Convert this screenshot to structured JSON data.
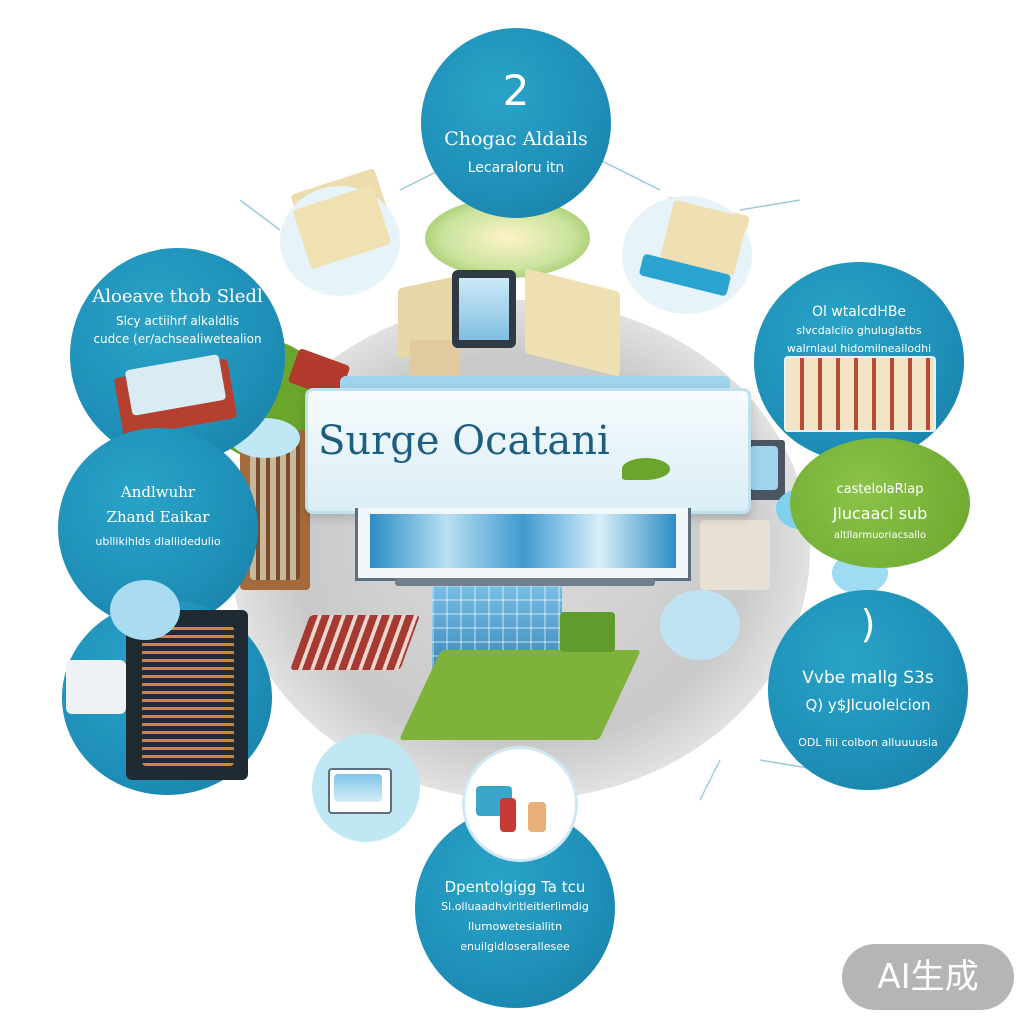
{
  "central": {
    "title": "Surge Ocatani"
  },
  "topics": {
    "top": {
      "number": "2",
      "title": "Chogac Aldails",
      "subtitle": "Lecaraloru itn"
    },
    "left1": {
      "title": "Aloeave thob Sledl",
      "line1": "Slcy actiihrf alkaldlis",
      "line2": "cudce (er/achsealiwetealion"
    },
    "left2": {
      "title": "Andlwuhr",
      "line1": "Zhand Eaikar",
      "line2": "ubllikihlds dlallidedulio"
    },
    "right1": {
      "title": "Ol wtalcdHBe",
      "line1": "slvcdalciio ghuluglatbs",
      "line2": "walrnlaul hidomilneailodhi"
    },
    "right2": {
      "title": "castelolaRlap",
      "line1": "Jlucaacl sub",
      "line2": "altllarmuoriacsallo"
    },
    "right3": {
      "number": ")",
      "title": "Vvbe mallg S3s",
      "line1": "Q) y$Jlcuolelcion",
      "line2": "ODL fiii colbon alluuuusia"
    },
    "bottom": {
      "title": "Dpentolgigg Ta tcu",
      "line1": "Sl.olluaadhvlrltleitlerlimdig",
      "line2": "Ilurnowetesiallitn",
      "line3": "enuilgldloserallesee"
    }
  },
  "watermark": "AI生成",
  "colors": {
    "bubble": "#1e8fb8",
    "accent_green": "#6aa62c",
    "title_text": "#1e5f80"
  }
}
